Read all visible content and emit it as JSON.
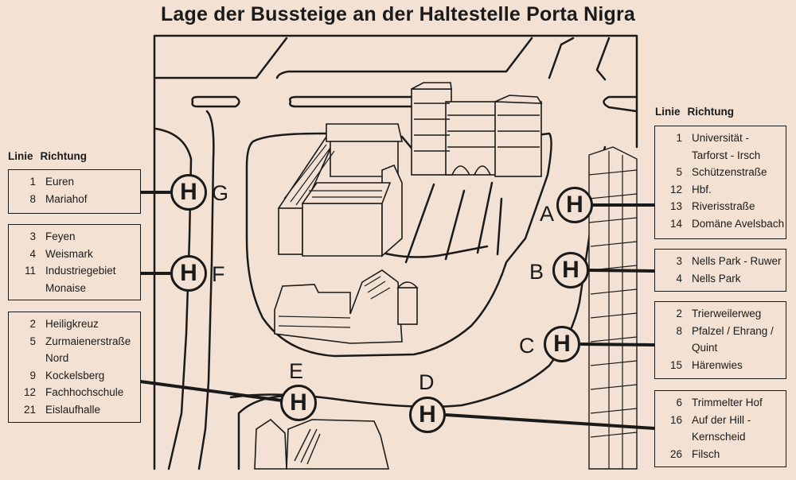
{
  "title": "Lage der Bussteige an der Haltestelle Porta Nigra",
  "headers": {
    "line": "Linie",
    "direction": "Richtung"
  },
  "stops": {
    "A": {
      "letter": "A",
      "routes": [
        {
          "line": "1",
          "dest": [
            "Universität -",
            "Tarforst - Irsch"
          ]
        },
        {
          "line": "5",
          "dest": [
            "Schützenstraße"
          ]
        },
        {
          "line": "12",
          "dest": [
            "Hbf."
          ]
        },
        {
          "line": "13",
          "dest": [
            "Riverisstraße"
          ]
        },
        {
          "line": "14",
          "dest": [
            "Domäne Avelsbach"
          ]
        }
      ]
    },
    "B": {
      "letter": "B",
      "routes": [
        {
          "line": "3",
          "dest": [
            "Nells Park - Ruwer"
          ]
        },
        {
          "line": "4",
          "dest": [
            "Nells Park"
          ]
        }
      ]
    },
    "C": {
      "letter": "C",
      "routes": [
        {
          "line": "2",
          "dest": [
            "Trierweilerweg"
          ]
        },
        {
          "line": "8",
          "dest": [
            "Pfalzel / Ehrang /",
            "Quint"
          ]
        },
        {
          "line": "15",
          "dest": [
            "Härenwies"
          ]
        }
      ]
    },
    "D": {
      "letter": "D",
      "routes": [
        {
          "line": "6",
          "dest": [
            "Trimmelter Hof"
          ]
        },
        {
          "line": "16",
          "dest": [
            "Auf der Hill -",
            "Kernscheid"
          ]
        },
        {
          "line": "26",
          "dest": [
            "Filsch"
          ]
        }
      ]
    },
    "E": {
      "letter": "E",
      "routes": [
        {
          "line": "2",
          "dest": [
            "Heiligkreuz"
          ]
        },
        {
          "line": "5",
          "dest": [
            "Zurmaienerstraße",
            "Nord"
          ]
        },
        {
          "line": "9",
          "dest": [
            "Kockelsberg"
          ]
        },
        {
          "line": "12",
          "dest": [
            "Fachhochschule"
          ]
        },
        {
          "line": "21",
          "dest": [
            "Eislaufhalle"
          ]
        }
      ]
    },
    "F": {
      "letter": "F",
      "routes": [
        {
          "line": "3",
          "dest": [
            "Feyen"
          ]
        },
        {
          "line": "4",
          "dest": [
            "Weismark"
          ]
        },
        {
          "line": "11",
          "dest": [
            "Industriegebiet",
            "Monaise"
          ]
        }
      ]
    },
    "G": {
      "letter": "G",
      "routes": [
        {
          "line": "1",
          "dest": [
            "Euren"
          ]
        },
        {
          "line": "8",
          "dest": [
            "Mariahof"
          ]
        }
      ]
    }
  },
  "symbol": "H",
  "colors": {
    "paper": "#f3e2d3",
    "ink": "#1a1a1a"
  }
}
